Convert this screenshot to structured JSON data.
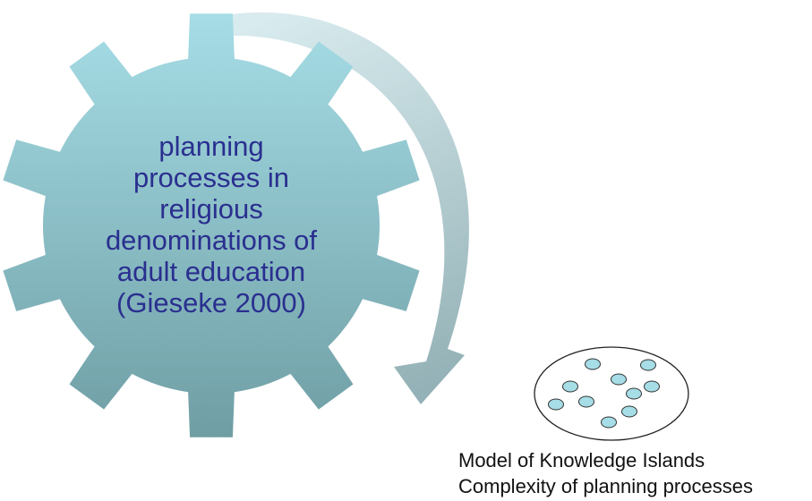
{
  "gear": {
    "text_lines": [
      "planning",
      "processes in",
      "religious",
      "denominations of",
      "adult education",
      "(Gieseke 2000)"
    ],
    "color_top": "#a6dde6",
    "color_bottom": "#6f9ea4"
  },
  "arrow": {
    "color_start": "#d8ebee",
    "color_end": "#93b1b6"
  },
  "islands": {
    "outline_color": "#222222",
    "island_fill": "#a6dde6",
    "island_count": 10
  },
  "caption": {
    "line1": "Model of Knowledge Islands",
    "line2": "Complexity of planning processes"
  }
}
